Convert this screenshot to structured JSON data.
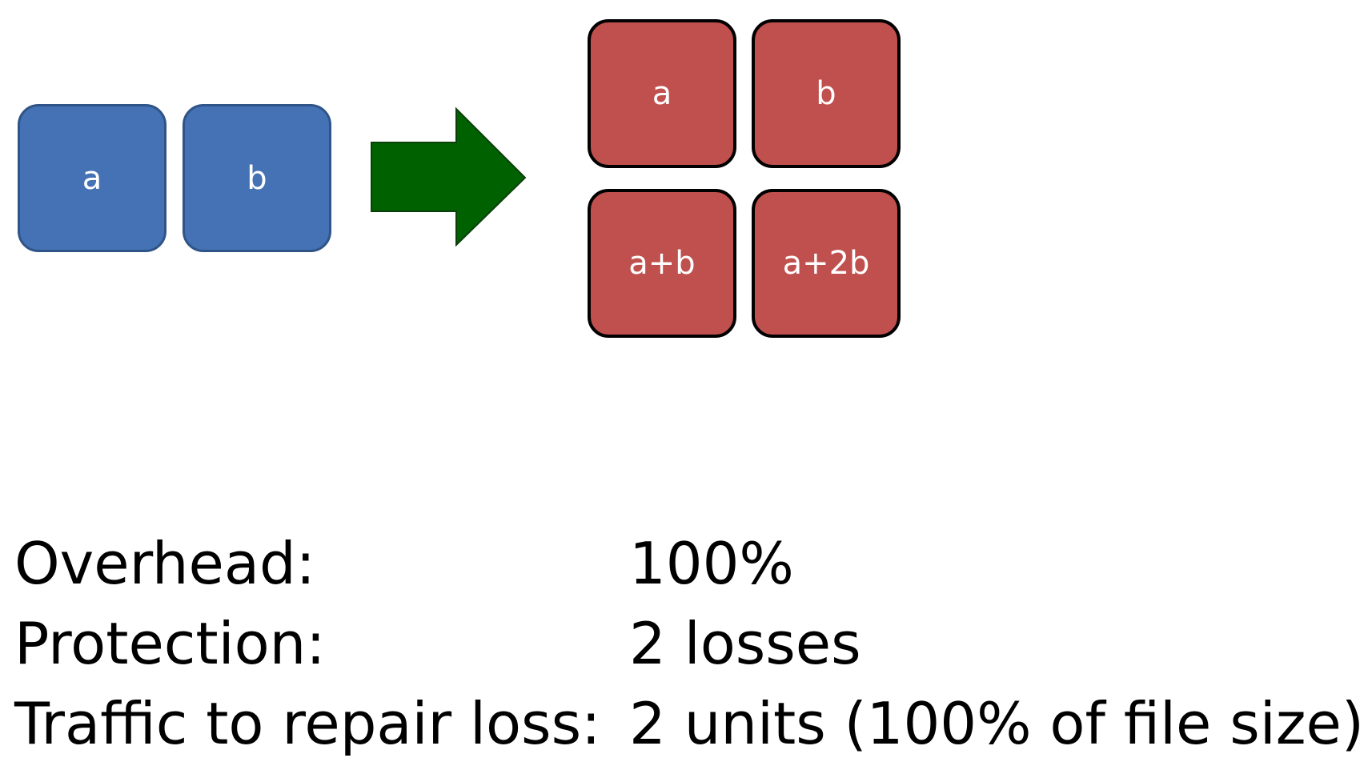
{
  "colors": {
    "source_block": "#4472b4",
    "source_border": "#2f5487",
    "encoded_block": "#c0504d",
    "encoded_border": "#000000",
    "arrow_fill": "#006100",
    "arrow_stroke": "#0b3f0b"
  },
  "source_blocks": [
    {
      "label": "a"
    },
    {
      "label": "b"
    }
  ],
  "encoded_blocks": [
    {
      "label": "a"
    },
    {
      "label": "b"
    },
    {
      "label": "a+b"
    },
    {
      "label": "a+2b"
    }
  ],
  "stats": [
    {
      "label": "Overhead:",
      "value": "100%"
    },
    {
      "label": "Protection:",
      "value": "2 losses"
    },
    {
      "label": "Traffic to repair loss:",
      "value": "2 units (100% of file size)"
    }
  ]
}
